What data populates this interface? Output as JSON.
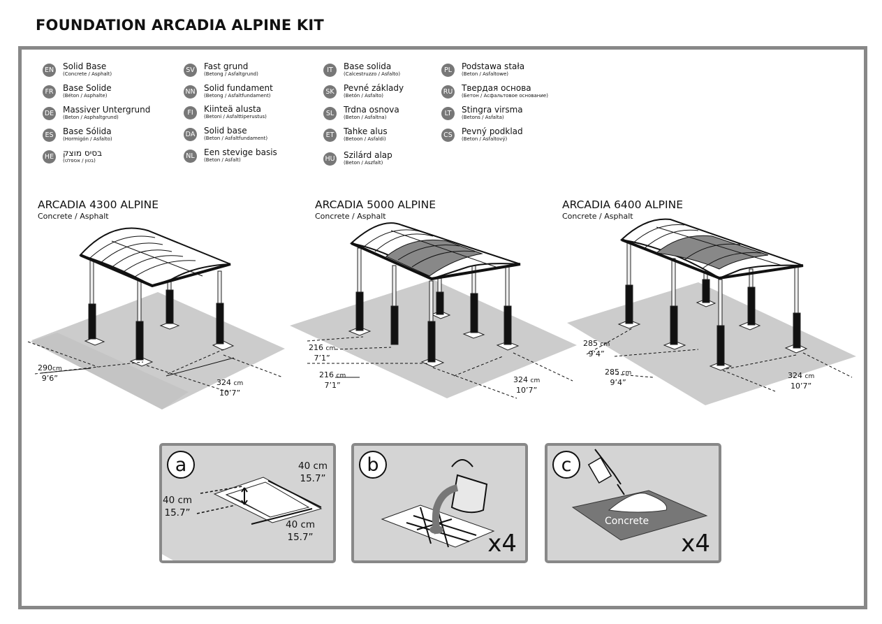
{
  "title": "FOUNDATION ARCADIA ALPINE KIT",
  "languages": [
    {
      "code": "EN",
      "name": "Solid Base",
      "sub": "(Concrete / Asphalt)"
    },
    {
      "code": "FR",
      "name": "Base Solide",
      "sub": "(Béton / Asphalte)"
    },
    {
      "code": "DE",
      "name": "Massiver Untergrund",
      "sub": "(Beton / Asphaltgrund)"
    },
    {
      "code": "ES",
      "name": "Base Sólida",
      "sub": "(Hormigón / Asfalto)"
    },
    {
      "code": "HE",
      "name": "בסיס מוצק",
      "sub": "(בטון / אספלט)"
    },
    {
      "code": "SV",
      "name": "Fast grund",
      "sub": "(Betong / Asfaltgrund)"
    },
    {
      "code": "NN",
      "name": "Solid fundament",
      "sub": "(Betong / Asfaltfundament)"
    },
    {
      "code": "FI",
      "name": "Kiinteä alusta",
      "sub": "(Betoni / Asfalttiperustus)"
    },
    {
      "code": "DA",
      "name": "Solid base",
      "sub": "(Beton / Asfaltfundament)"
    },
    {
      "code": "NL",
      "name": "Een stevige basis",
      "sub": "(Beton / Asfalt)"
    },
    {
      "code": "IT",
      "name": "Base solida",
      "sub": "(Calcestruzzo / Asfalto)"
    },
    {
      "code": "SK",
      "name": "Pevné základy",
      "sub": "(Betón / Asfalto)"
    },
    {
      "code": "SL",
      "name": "Trdna osnova",
      "sub": "(Beton / Asfaltna)"
    },
    {
      "code": "ET",
      "name": "Tahke alus",
      "sub": "(Betoon / Asfaldi)"
    },
    {
      "code": "HU",
      "name": "Szilárd alap",
      "sub": "(Beton / Aszfalt)"
    },
    {
      "code": "PL",
      "name": "Podstawa stała",
      "sub": "(Beton / Asfaltowe)"
    },
    {
      "code": "RU",
      "name": "Твердая основа",
      "sub": "(Бетон / Асфальтовое основание)"
    },
    {
      "code": "LT",
      "name": "Stingra virsma",
      "sub": "(Betons / Asfalta)"
    },
    {
      "code": "CS",
      "name": "Pevný podklad",
      "sub": "(Beton / Asfaltový)"
    }
  ],
  "models": [
    {
      "name": "ARCADIA 4300 ALPINE",
      "sub": "Concrete / Asphalt",
      "dims": [
        {
          "v": "290",
          "u": "cm",
          "i": "9’6”"
        },
        {
          "v": "324",
          "u": "cm",
          "i": "10’7”"
        }
      ]
    },
    {
      "name": "ARCADIA 5000 ALPINE",
      "sub": "Concrete / Asphalt",
      "dims": [
        {
          "v": "216",
          "u": "cm",
          "i": "7’1”"
        },
        {
          "v": "216",
          "u": "cm",
          "i": "7’1”"
        },
        {
          "v": "324",
          "u": "cm",
          "i": "10’7”"
        }
      ]
    },
    {
      "name": "ARCADIA 6400 ALPINE",
      "sub": "Concrete / Asphalt",
      "dims": [
        {
          "v": "285",
          "u": "cm",
          "i": "9’4”"
        },
        {
          "v": "285",
          "u": "cm",
          "i": "9’4”"
        },
        {
          "v": "324",
          "u": "cm",
          "i": "10’7”"
        }
      ]
    }
  ],
  "steps": [
    {
      "letter": "a",
      "depth": "40 cm",
      "depth_in": "15.7”",
      "width": "40 cm",
      "width_in": "15.7”",
      "length": "40 cm",
      "length_in": "15.7”"
    },
    {
      "letter": "b",
      "count": "x4"
    },
    {
      "letter": "c",
      "label": "Concrete",
      "count": "x4"
    }
  ]
}
